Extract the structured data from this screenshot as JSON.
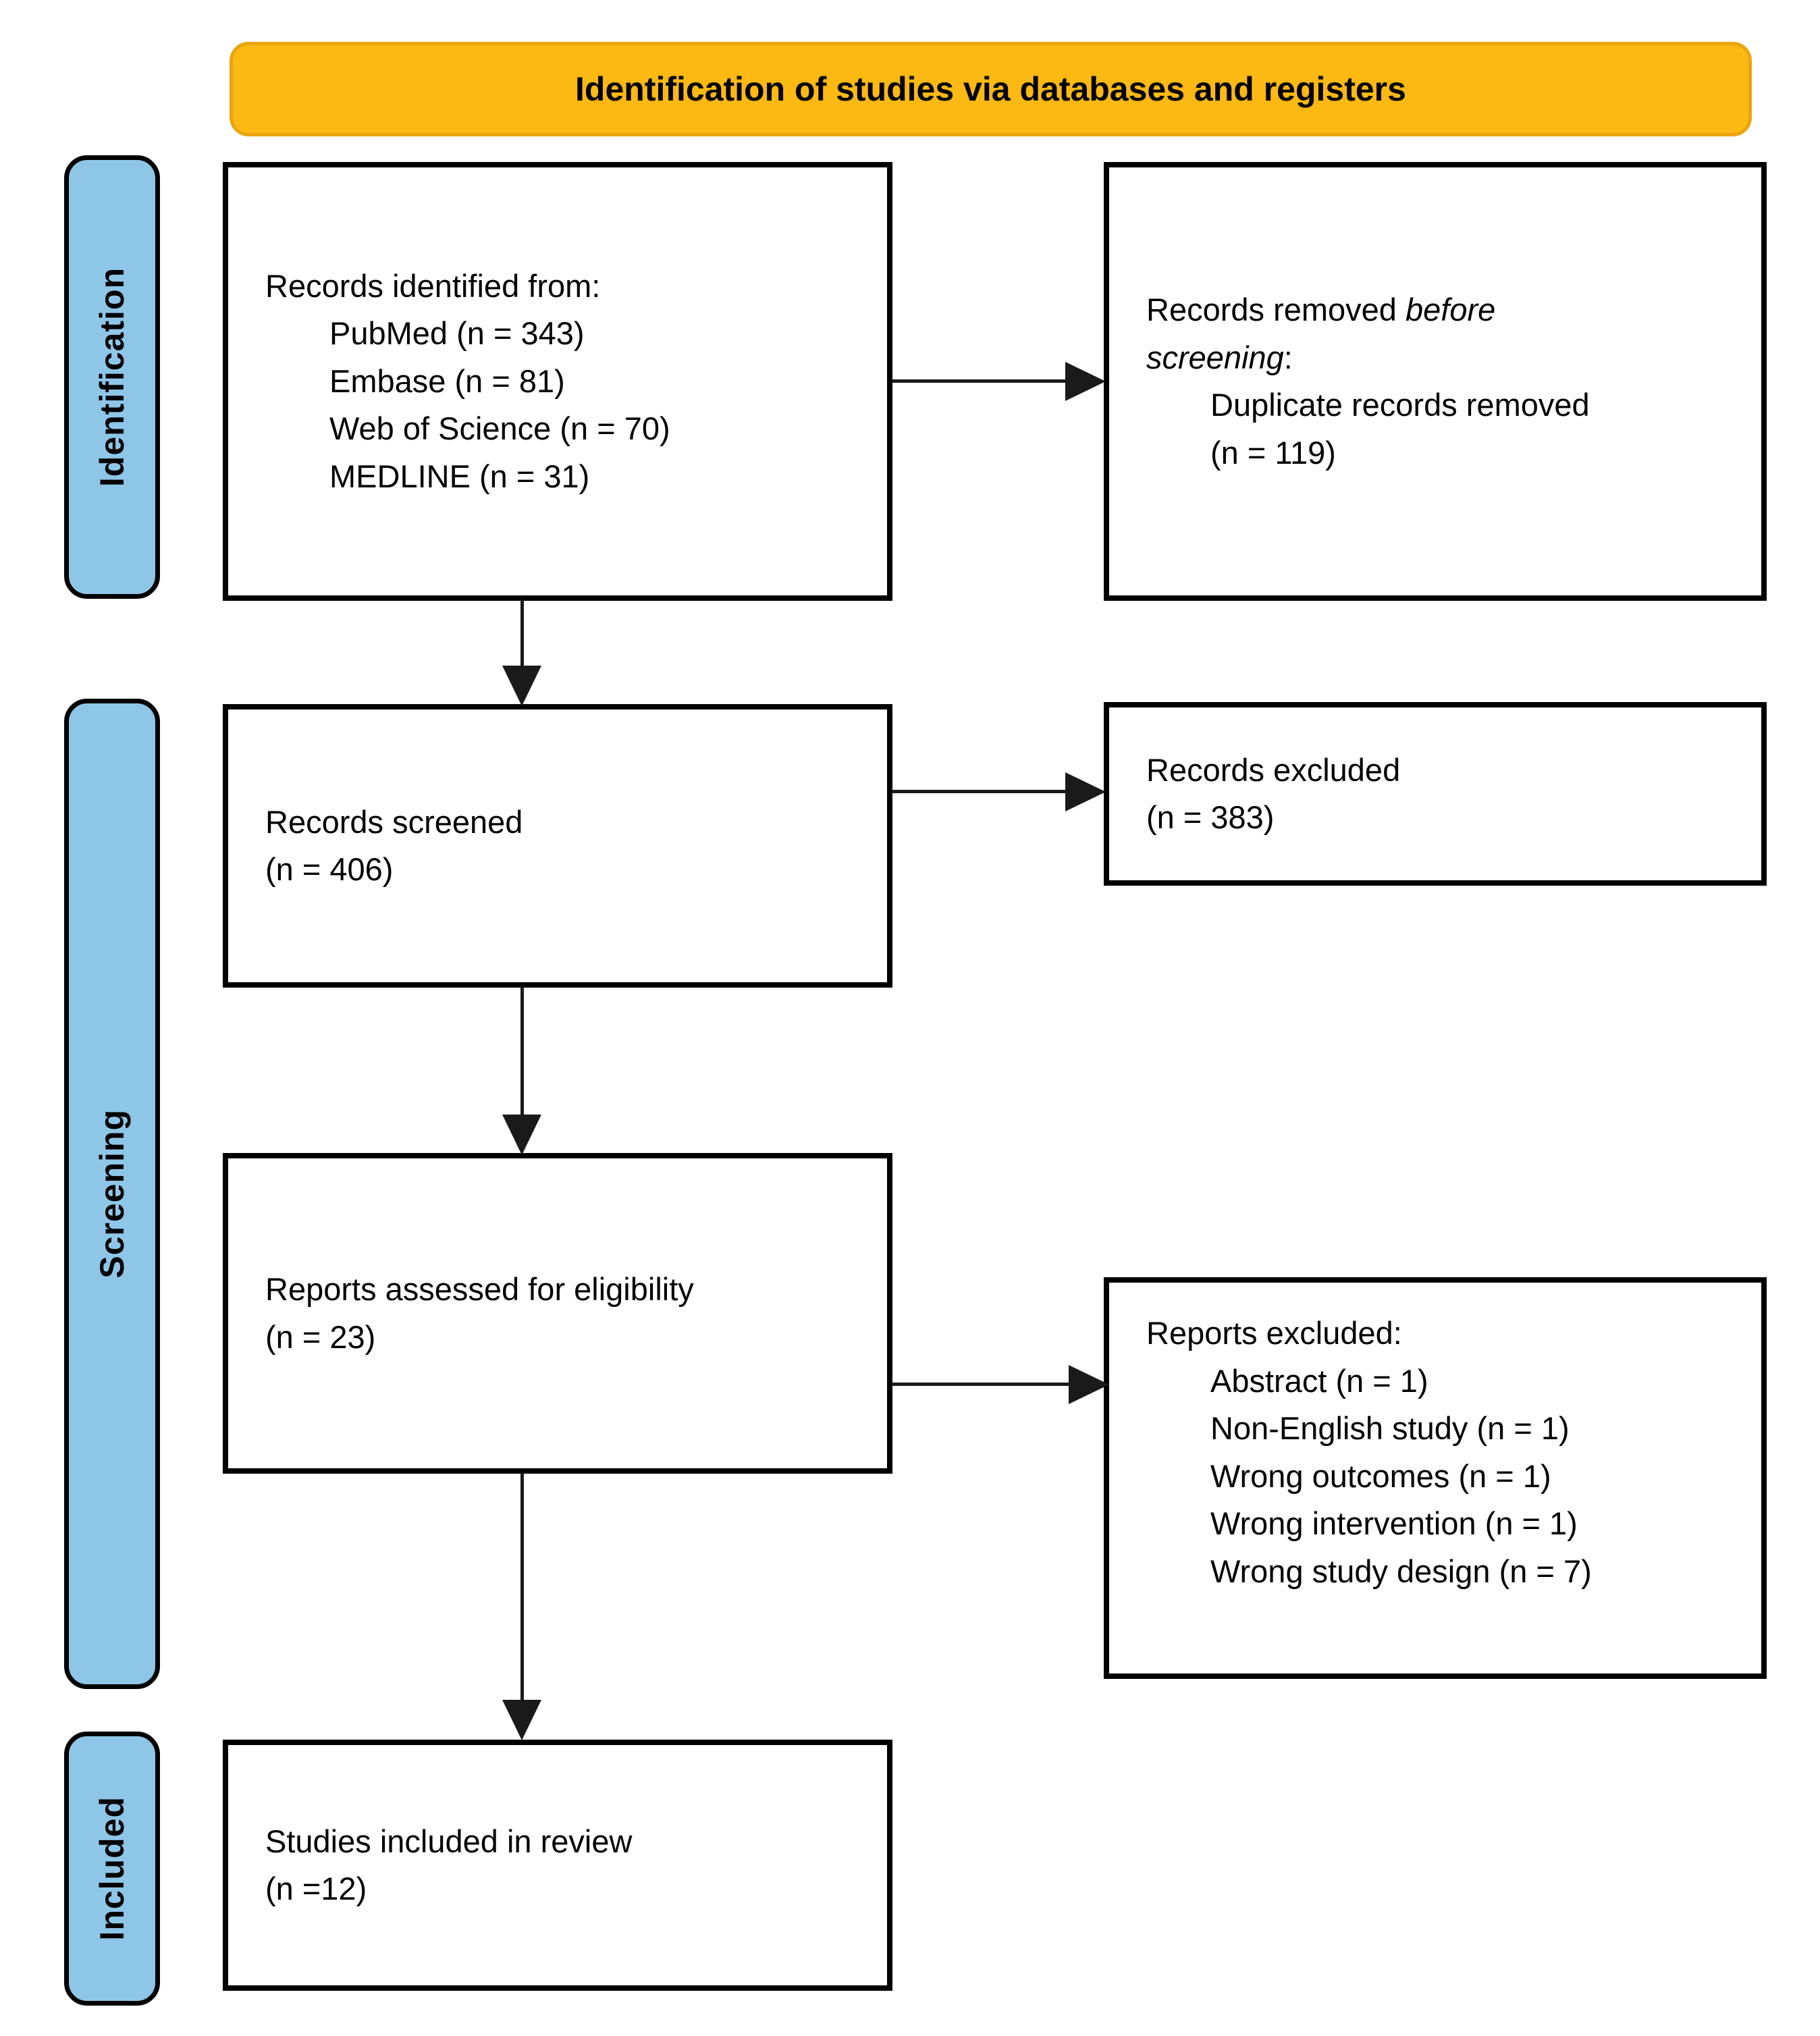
{
  "banner": {
    "label": "Identification of studies via databases and registers"
  },
  "stages": {
    "identification": "Identification",
    "screening": "Screening",
    "included": "Included"
  },
  "boxes": {
    "records_identified": {
      "lines": [
        {
          "indent": false,
          "segments": [
            {
              "t": "Records identified from:"
            }
          ]
        },
        {
          "indent": true,
          "segments": [
            {
              "t": "PubMed (n = 343)"
            }
          ]
        },
        {
          "indent": true,
          "segments": [
            {
              "t": "Embase (n = 81)"
            }
          ]
        },
        {
          "indent": true,
          "segments": [
            {
              "t": "Web of Science (n = 70)"
            }
          ]
        },
        {
          "indent": true,
          "segments": [
            {
              "t": "MEDLINE (n = 31)"
            }
          ]
        }
      ]
    },
    "records_removed": {
      "lines": [
        {
          "indent": false,
          "segments": [
            {
              "t": "Records removed "
            },
            {
              "t": "before",
              "i": true
            }
          ]
        },
        {
          "indent": false,
          "segments": [
            {
              "t": "screening",
              "i": true
            },
            {
              "t": ":"
            }
          ]
        },
        {
          "indent": true,
          "segments": [
            {
              "t": "Duplicate records removed"
            }
          ]
        },
        {
          "indent": true,
          "segments": [
            {
              "t": "(n = 119)"
            }
          ]
        }
      ]
    },
    "records_screened": {
      "lines": [
        {
          "indent": false,
          "segments": [
            {
              "t": "Records screened"
            }
          ]
        },
        {
          "indent": false,
          "segments": [
            {
              "t": "(n = 406)"
            }
          ]
        }
      ]
    },
    "records_excluded": {
      "lines": [
        {
          "indent": false,
          "segments": [
            {
              "t": "Records excluded"
            }
          ]
        },
        {
          "indent": false,
          "segments": [
            {
              "t": "(n = 383)"
            }
          ]
        }
      ]
    },
    "reports_assessed": {
      "lines": [
        {
          "indent": false,
          "segments": [
            {
              "t": "Reports assessed for eligibility"
            }
          ]
        },
        {
          "indent": false,
          "segments": [
            {
              "t": "(n = 23)"
            }
          ]
        }
      ]
    },
    "reports_excluded": {
      "lines": [
        {
          "indent": false,
          "segments": [
            {
              "t": "Reports excluded:"
            }
          ]
        },
        {
          "indent": true,
          "segments": [
            {
              "t": "Abstract (n = 1)"
            }
          ]
        },
        {
          "indent": true,
          "segments": [
            {
              "t": "Non-English study (n = 1)"
            }
          ]
        },
        {
          "indent": true,
          "segments": [
            {
              "t": "Wrong outcomes (n = 1)"
            }
          ]
        },
        {
          "indent": true,
          "segments": [
            {
              "t": "Wrong intervention (n = 1)"
            }
          ]
        },
        {
          "indent": true,
          "segments": [
            {
              "t": "Wrong study design (n = 7)"
            }
          ]
        }
      ]
    },
    "studies_included": {
      "lines": [
        {
          "indent": false,
          "segments": [
            {
              "t": "Studies included in review"
            }
          ]
        },
        {
          "indent": false,
          "segments": [
            {
              "t": "(n =12)"
            }
          ]
        }
      ]
    }
  },
  "colors": {
    "banner_bg": "#FCB813",
    "banner_border": "#E9A40E",
    "stage_bg": "#8EC6E8",
    "box_border": "#000000",
    "arrow": "#1A1A1A"
  }
}
